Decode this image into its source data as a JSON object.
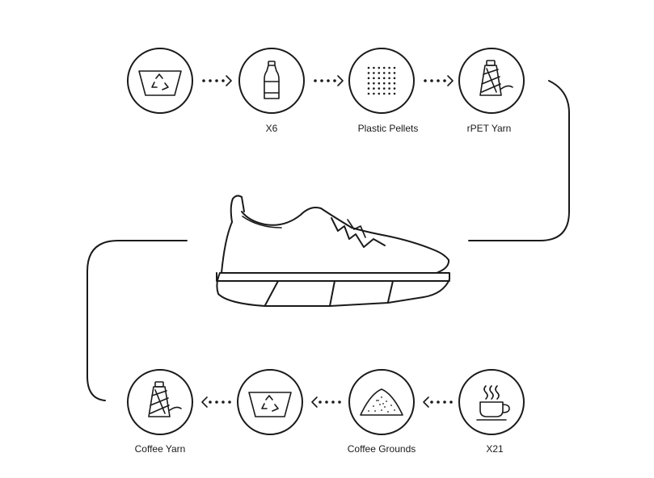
{
  "top_row": {
    "steps": [
      {
        "icon": "recycle-bin-icon",
        "label": ""
      },
      {
        "icon": "plastic-bottle-icon",
        "label": "X6"
      },
      {
        "icon": "plastic-pellets-icon",
        "label": "Plastic Pellets"
      },
      {
        "icon": "yarn-spool-icon",
        "label": "rPET  Yarn"
      }
    ]
  },
  "bottom_row": {
    "steps": [
      {
        "icon": "yarn-spool-icon",
        "label": "Coffee Yarn"
      },
      {
        "icon": "recycle-bin-icon",
        "label": ""
      },
      {
        "icon": "coffee-grounds-icon",
        "label": "Coffee Grounds"
      },
      {
        "icon": "coffee-cup-icon",
        "label": "X21"
      }
    ]
  },
  "center": {
    "icon": "sneaker-icon"
  }
}
